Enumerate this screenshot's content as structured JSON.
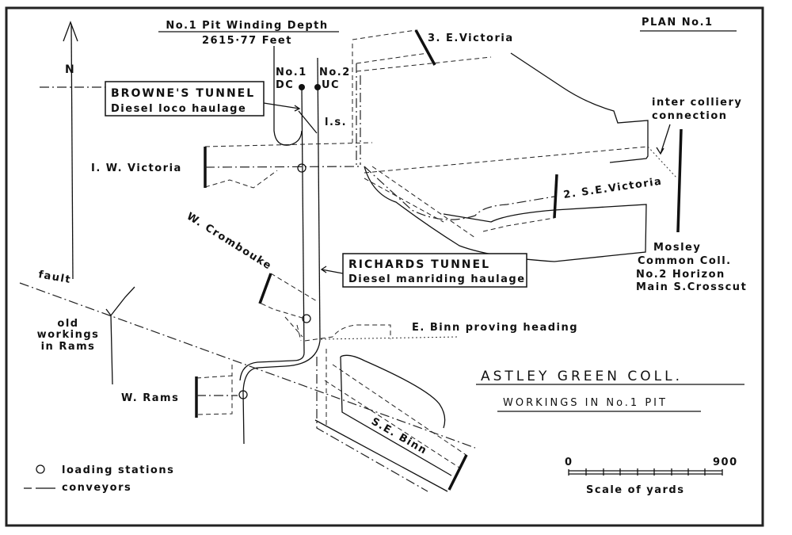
{
  "header": {
    "depth_title": "No.1 Pit Winding Depth",
    "depth_value": "2615·77 Feet",
    "plan_label": "PLAN No.1",
    "north_label": "N"
  },
  "shafts": {
    "no1_name": "No.1",
    "no1_code": "DC",
    "no2_name": "No.2",
    "no2_code": "UC",
    "ls_label": "l.s."
  },
  "tunnels": {
    "browne_title": "BROWNE'S TUNNEL",
    "browne_sub": "Diesel loco haulage",
    "richards_title": "RICHARDS TUNNEL",
    "richards_sub": "Diesel manriding haulage"
  },
  "districts": {
    "w_victoria": "I. W. Victoria",
    "e_victoria": "3. E.Victoria",
    "se_victoria": "2. S.E.Victoria",
    "w_crombouke": "W. Crombouke",
    "w_rams": "W. Rams",
    "se_binn": "S.E. Binn",
    "e_binn": "E. Binn proving heading",
    "fault": "fault",
    "old_workings": [
      "old",
      "workings",
      "in Rams"
    ],
    "inter_colliery": [
      "inter colliery",
      "connection"
    ],
    "mosley": [
      "Mosley",
      "Common Coll.",
      "No.2 Horizon",
      "Main S.Crosscut"
    ]
  },
  "title_block": {
    "title": "ASTLEY GREEN COLL.",
    "subtitle": "WORKINGS IN No.1 PIT"
  },
  "scale": {
    "min": "0",
    "max": "900",
    "label": "Scale of yards"
  },
  "legend": {
    "loading_stations": "loading stations",
    "conveyors": "conveyors"
  }
}
